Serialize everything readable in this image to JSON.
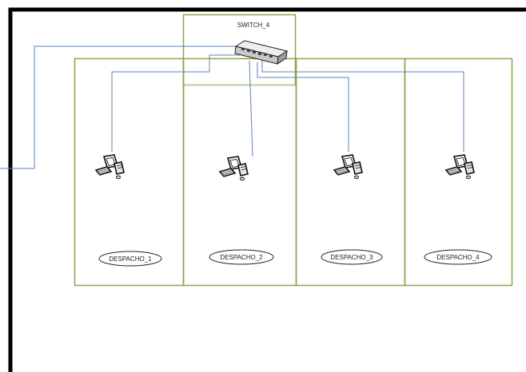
{
  "switch": {
    "label": "SWITCH_4",
    "icon": "network-switch-icon"
  },
  "offices": [
    {
      "label": "DESPACHO_1",
      "icon": "desktop-computer-icon"
    },
    {
      "label": "DESPACHO_2",
      "icon": "desktop-computer-icon"
    },
    {
      "label": "DESPACHO_3",
      "icon": "desktop-computer-icon"
    },
    {
      "label": "DESPACHO_4",
      "icon": "desktop-computer-icon"
    }
  ],
  "colors": {
    "border": "#000000",
    "room_outline": "#8ba34b",
    "cable": "#5b86b5"
  }
}
